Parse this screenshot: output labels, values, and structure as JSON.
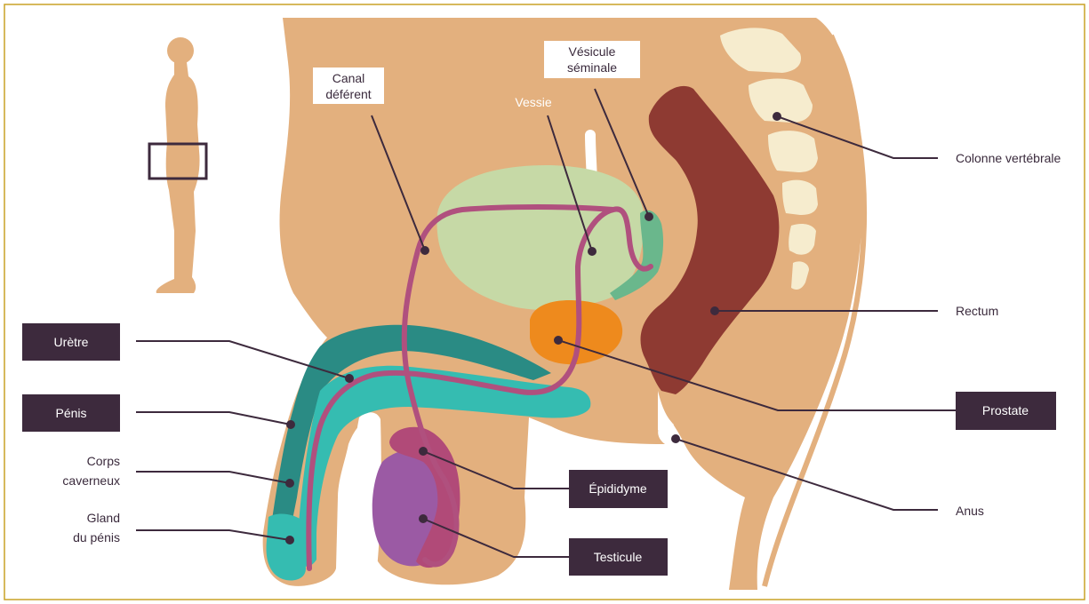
{
  "labels": {
    "canal_deferent": [
      "Canal",
      "déférent"
    ],
    "vesicule_seminale": [
      "Vésicule",
      "séminale"
    ],
    "vessie": "Vessie",
    "colonne_vertebrale": "Colonne vertébrale",
    "rectum": "Rectum",
    "prostate": "Prostate",
    "anus": "Anus",
    "uretre": "Urètre",
    "penis": "Pénis",
    "corps_caverneux": [
      "Corps",
      "caverneux"
    ],
    "gland": [
      "Gland",
      "du pénis"
    ],
    "epididyme": "Épididyme",
    "testicule": "Testicule"
  },
  "colors": {
    "frame": "#c9a227",
    "skin": "#e3b07e",
    "label_box": "#3d2a3d",
    "leader": "#3d2a3d",
    "rectum": "#8e3a32",
    "bladder": "#c6d9a6",
    "prostate": "#ee8a1d",
    "seminal_vesicle": "#6ab78c",
    "penis_dark": "#2a8b84",
    "penis_light": "#35bcb1",
    "vas_deferens": "#b0507e",
    "testicle": "#9b5aa4",
    "epididymis": "#b14a78",
    "vertebra": "#f6ecce"
  }
}
